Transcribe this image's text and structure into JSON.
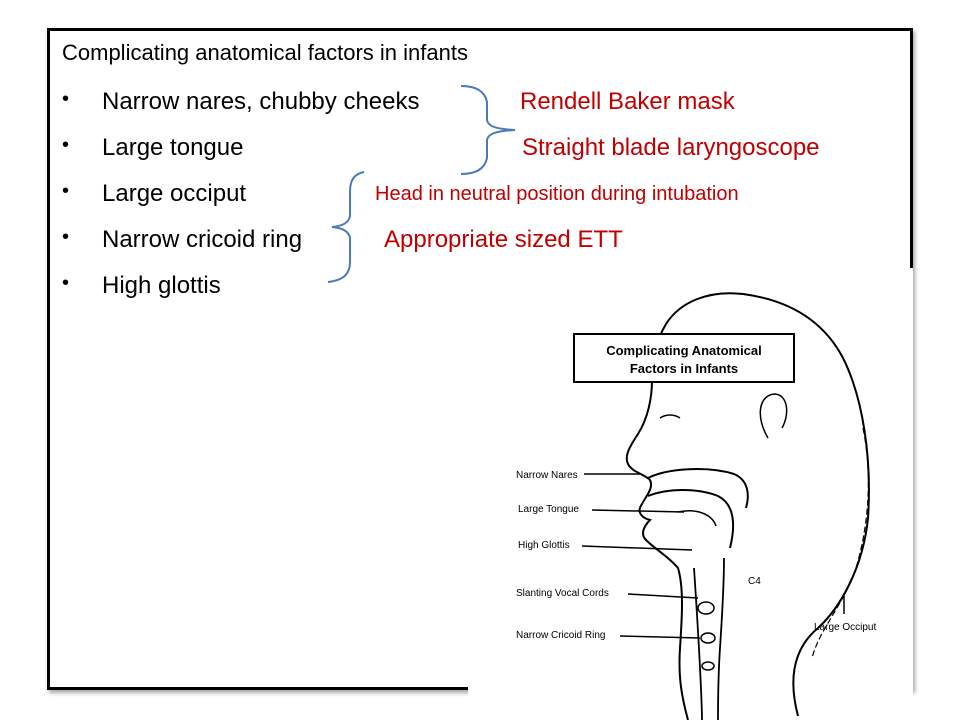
{
  "slide": {
    "title": "Complicating anatomical factors in infants",
    "bullets": [
      {
        "text": "Narrow nares, chubby cheeks"
      },
      {
        "text": "Large tongue"
      },
      {
        "text": "Large occiput"
      },
      {
        "text": "Narrow cricoid ring"
      },
      {
        "text": "High glottis"
      }
    ],
    "notes": [
      {
        "text": "Rendell Baker mask"
      },
      {
        "text": "Straight blade laryngoscope"
      },
      {
        "text": "Head in neutral position during intubation"
      },
      {
        "text": "Appropriate sized ETT"
      }
    ],
    "note_color": "#c00000"
  },
  "figure": {
    "box_title_line1": "Complicating Anatomical",
    "box_title_line2": "Factors in Infants",
    "labels": {
      "narrow_nares": "Narrow Nares",
      "large_tongue": "Large Tongue",
      "high_glottis": "High Glottis",
      "slanting_vocal_cords": "Slanting Vocal Cords",
      "narrow_cricoid_ring": "Narrow Cricoid Ring",
      "large_occiput": "Large Occiput",
      "c4": "C4"
    }
  }
}
